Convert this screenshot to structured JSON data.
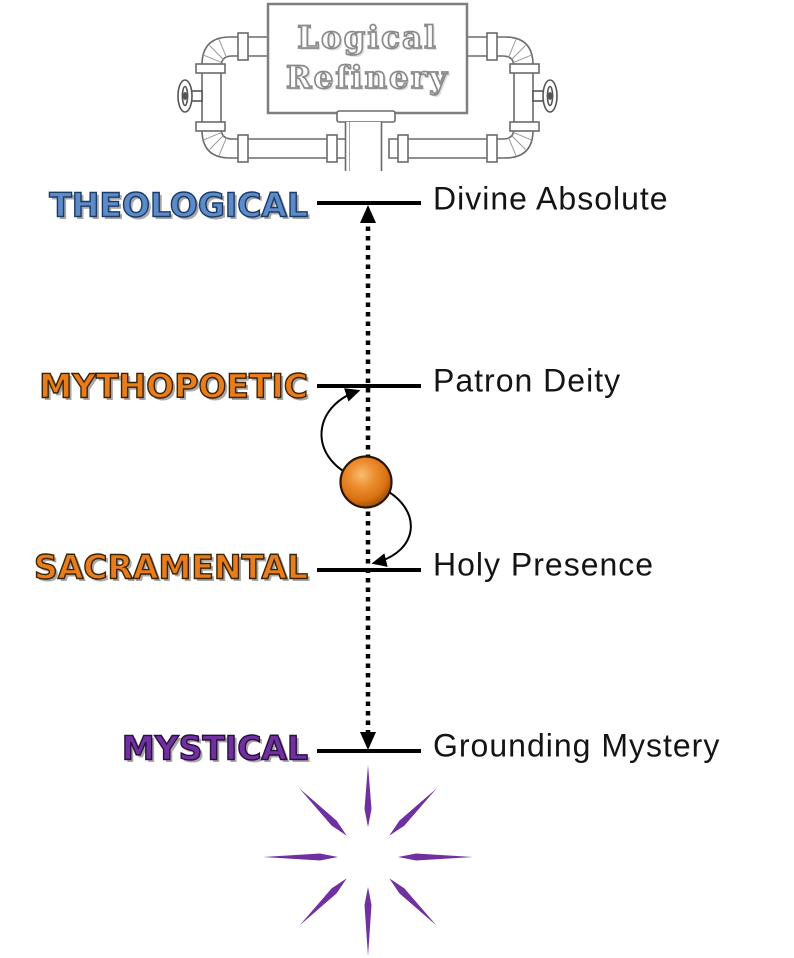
{
  "refinery": {
    "title_line1": "Logical",
    "title_line2": "Refinery",
    "icon": "pipes-and-valves-illustration"
  },
  "levels": [
    {
      "id": "theological",
      "label": "THEOLOGICAL",
      "color": "#5B8BC9",
      "outline_color": "#1C3A66",
      "concept": "Divine Absolute"
    },
    {
      "id": "mythopoetic",
      "label": "MYTHOPOETIC",
      "color": "#E87D1E",
      "outline_color": "#3B2300",
      "concept": "Patron Deity"
    },
    {
      "id": "sacramental",
      "label": "SACRAMENTAL",
      "color": "#E87D1E",
      "outline_color": "#3B2300",
      "concept": "Holy Presence"
    },
    {
      "id": "mystical",
      "label": "MYSTICAL",
      "color": "#7030A0",
      "outline_color": "#2A0E3D",
      "concept": "Grounding Mystery"
    }
  ],
  "graphics": {
    "axis_color": "#000000",
    "level_line_color": "#000000",
    "sphere_color": "#E07818",
    "sphere_icon": "orange-sphere-icon",
    "starburst_color": "#7030A0",
    "starburst_icon": "purple-starburst-icon",
    "pipe_outline_color": "#6B6B6B",
    "box_border_color": "#7F7F7F"
  }
}
